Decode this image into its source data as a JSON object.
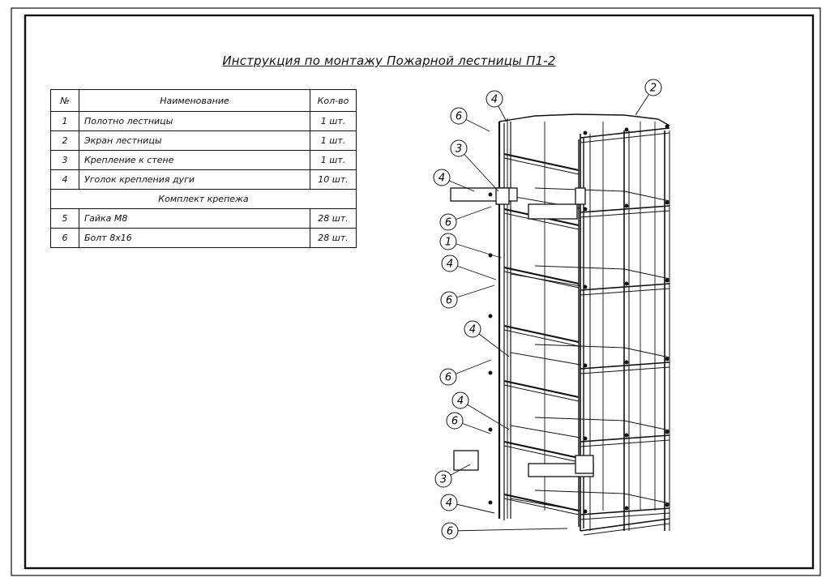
{
  "title": "Инструкция по монтажу Пожарной лестницы П1-2",
  "table": {
    "headers": {
      "no": "№",
      "name": "Наименование",
      "qty": "Кол-во"
    },
    "parts": [
      {
        "no": "1",
        "name": "Полотно лестницы",
        "qty": "1 шт."
      },
      {
        "no": "2",
        "name": "Экран лестницы",
        "qty": "1 шт."
      },
      {
        "no": "3",
        "name": "Крепление к стене",
        "qty": "1 шт."
      },
      {
        "no": "4",
        "name": "Уголок крепления дуги",
        "qty": "10 шт."
      }
    ],
    "section_title": "Комплект крепежа",
    "fasteners": [
      {
        "no": "5",
        "name": "Гайка М8",
        "qty": "28 шт."
      },
      {
        "no": "6",
        "name": "Болт 8х16",
        "qty": "28 шт."
      }
    ]
  },
  "callouts": [
    {
      "label": "4"
    },
    {
      "label": "2"
    },
    {
      "label": "6"
    },
    {
      "label": "3"
    },
    {
      "label": "4"
    },
    {
      "label": "6"
    },
    {
      "label": "1"
    },
    {
      "label": "4"
    },
    {
      "label": "6"
    },
    {
      "label": "4"
    },
    {
      "label": "6"
    },
    {
      "label": "4"
    },
    {
      "label": "6"
    },
    {
      "label": "3"
    },
    {
      "label": "4"
    },
    {
      "label": "6"
    }
  ]
}
